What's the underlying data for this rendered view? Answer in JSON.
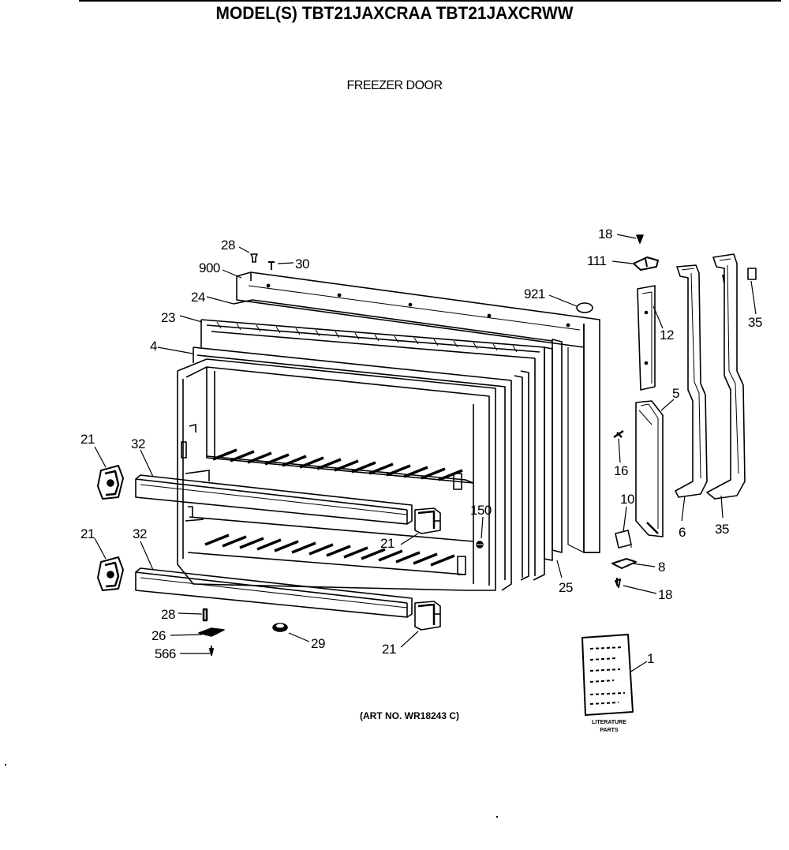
{
  "header": {
    "title": "MODEL(S) TBT21JAXCRAA  TBT21JAXCRWW",
    "subtitle": "FREEZER DOOR"
  },
  "footer": {
    "art_number": "(ART NO. WR18243 C)",
    "literature_caption_line1": "LITERATURE",
    "literature_caption_line2": "PARTS"
  },
  "callouts": {
    "c28_top": "28",
    "c30": "30",
    "c900": "900",
    "c24": "24",
    "c23": "23",
    "c4": "4",
    "c21_a": "21",
    "c32_a": "32",
    "c21_b": "21",
    "c32_b": "32",
    "c21_c": "21",
    "c150": "150",
    "c21_d": "21",
    "c28_bottom": "28",
    "c26": "26",
    "c566": "566",
    "c29": "29",
    "c18_top": "18",
    "c111": "111",
    "c921": "921",
    "c12": "12",
    "c35_top": "35",
    "c5": "5",
    "c16": "16",
    "c10": "10",
    "c6": "6",
    "c35_bottom": "35",
    "c8": "8",
    "c18_bottom": "18",
    "c25": "25",
    "c1": "1"
  }
}
